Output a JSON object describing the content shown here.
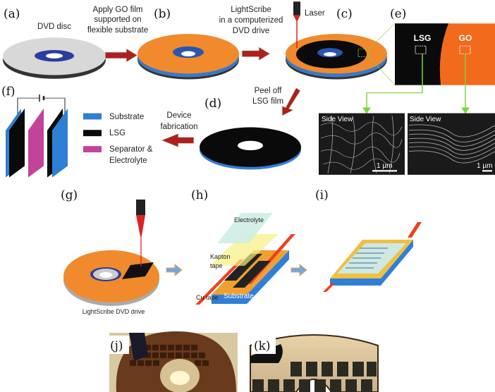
{
  "panels": {
    "a": "(a)",
    "b": "(b)",
    "c": "(c)",
    "d": "(d)",
    "e": "(e)",
    "f": "(f)",
    "g": "(g)",
    "h": "(h)",
    "i": "(i)",
    "j": "(j)",
    "k": "(k)"
  },
  "texts": {
    "dvd_disc": "DVD disc",
    "apply_go": [
      "Apply GO film",
      "supported on",
      "flexible substrate"
    ],
    "lightscribe": [
      "LightScribe",
      "in a computerized",
      "DVD drive"
    ],
    "laser": "Laser",
    "lsg": "LSG",
    "go": "GO",
    "side_view": "Side View",
    "scale": "1 µm",
    "peel_off": [
      "Peel off",
      "LSG film"
    ],
    "device_fab": [
      "Device",
      "fabrication"
    ],
    "legend": [
      "Substrate",
      "LSG",
      "Separator &",
      "Electrolyte"
    ],
    "lightscribe_drive": "LightScribe DVD drive",
    "electrolyte": "Electrolyte",
    "kapton": [
      "Kapton",
      "tape"
    ],
    "cu_tape": "Cu tape",
    "substrate": "Substrate"
  },
  "colors": {
    "go": "#f08a2c",
    "lsg": "#0a0a0a",
    "substrate": "#2f7fd6",
    "separator": "#c2449a",
    "arrow": "#b01e1e",
    "green": "#7cd43a"
  }
}
